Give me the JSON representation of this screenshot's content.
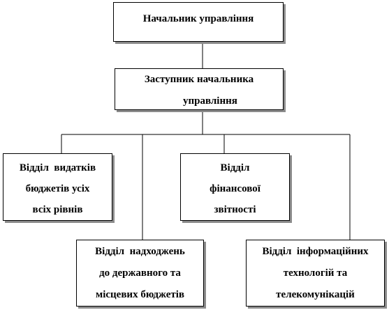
{
  "org_chart": {
    "head": {
      "line1": "Начальник управління"
    },
    "deputy": {
      "line1": "Заступник начальника",
      "line2": "управління"
    },
    "expenditure_dept": {
      "line1": "Відділ  видатків",
      "line2": "бюджетів усіх",
      "line3": "всіх рівнів"
    },
    "financial_dept": {
      "line1": "Відділ",
      "line2": "фінансової",
      "line3": "звітності"
    },
    "revenue_dept": {
      "line1": "Відділ  надходжень",
      "line2": "до державного та",
      "line3": "місцевих бюджетів"
    },
    "it_dept": {
      "line1": "Відділ  інформаційних",
      "line2": "технологій та",
      "line3": "телекомунікацій"
    }
  }
}
